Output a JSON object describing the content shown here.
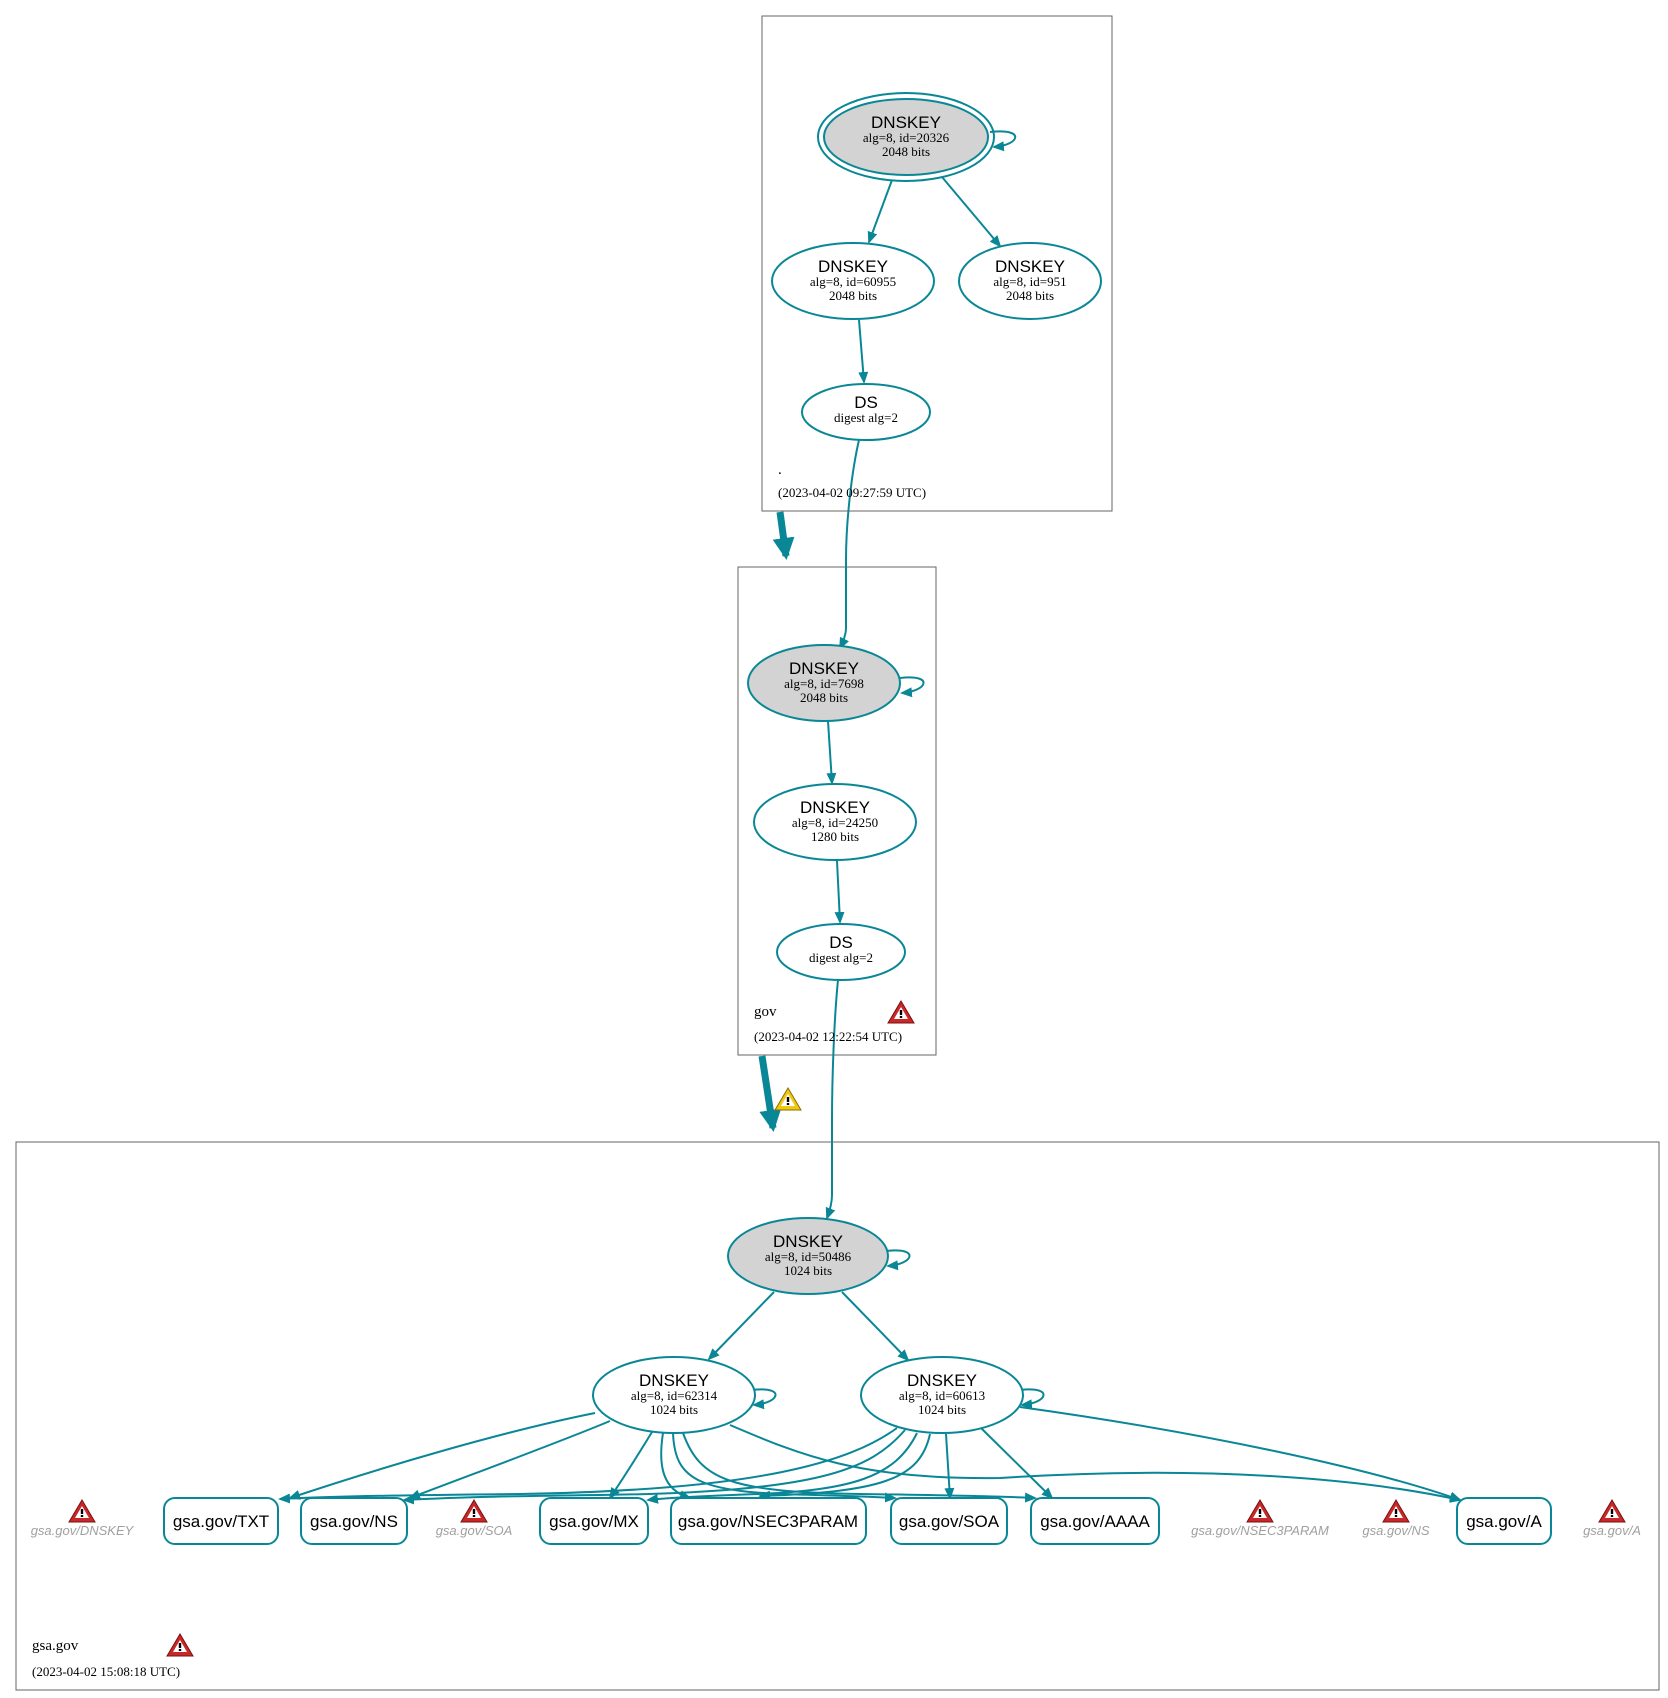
{
  "colors": {
    "edge": "#0a8796",
    "ksk_fill": "#d3d3d3",
    "node_fill": "#ffffff",
    "error_icon": "#c8282a",
    "warning_icon": "#f0c814",
    "missing_label": "#a0a0a0"
  },
  "zones": [
    {
      "id": "root",
      "name": ".",
      "timestamp": "(2023-04-02 09:27:59 UTC)",
      "nodes": [
        {
          "id": "root-ksk",
          "title": "DNSKEY",
          "detail": "alg=8, id=20326",
          "bits": "2048 bits",
          "ksk": true,
          "trust_anchor": true
        },
        {
          "id": "root-zsk-60955",
          "title": "DNSKEY",
          "detail": "alg=8, id=60955",
          "bits": "2048 bits"
        },
        {
          "id": "root-zsk-951",
          "title": "DNSKEY",
          "detail": "alg=8, id=951",
          "bits": "2048 bits"
        },
        {
          "id": "root-ds",
          "title": "DS",
          "detail": "digest alg=2"
        }
      ]
    },
    {
      "id": "gov",
      "name": "gov",
      "timestamp": "(2023-04-02 12:22:54 UTC)",
      "error_icon": "error-icon",
      "nodes": [
        {
          "id": "gov-ksk",
          "title": "DNSKEY",
          "detail": "alg=8, id=7698",
          "bits": "2048 bits",
          "ksk": true
        },
        {
          "id": "gov-zsk",
          "title": "DNSKEY",
          "detail": "alg=8, id=24250",
          "bits": "1280 bits"
        },
        {
          "id": "gov-ds",
          "title": "DS",
          "detail": "digest alg=2"
        }
      ]
    },
    {
      "id": "gsa",
      "name": "gsa.gov",
      "timestamp": "(2023-04-02 15:08:18 UTC)",
      "error_icon": "error-icon",
      "nodes": [
        {
          "id": "gsa-ksk",
          "title": "DNSKEY",
          "detail": "alg=8, id=50486",
          "bits": "1024 bits",
          "ksk": true
        },
        {
          "id": "gsa-zsk-62314",
          "title": "DNSKEY",
          "detail": "alg=8, id=62314",
          "bits": "1024 bits"
        },
        {
          "id": "gsa-zsk-60613",
          "title": "DNSKEY",
          "detail": "alg=8, id=60613",
          "bits": "1024 bits"
        }
      ],
      "rrsets": [
        {
          "id": "txt",
          "label": "gsa.gov/TXT"
        },
        {
          "id": "ns",
          "label": "gsa.gov/NS"
        },
        {
          "id": "mx",
          "label": "gsa.gov/MX"
        },
        {
          "id": "nsec3param",
          "label": "gsa.gov/NSEC3PARAM"
        },
        {
          "id": "soa",
          "label": "gsa.gov/SOA"
        },
        {
          "id": "aaaa",
          "label": "gsa.gov/AAAA"
        },
        {
          "id": "a",
          "label": "gsa.gov/A"
        }
      ],
      "errored_rrsets": [
        {
          "id": "err-dnskey",
          "label": "gsa.gov/DNSKEY"
        },
        {
          "id": "err-soa",
          "label": "gsa.gov/SOA"
        },
        {
          "id": "err-nsec3param",
          "label": "gsa.gov/NSEC3PARAM"
        },
        {
          "id": "err-ns",
          "label": "gsa.gov/NS"
        },
        {
          "id": "err-a",
          "label": "gsa.gov/A"
        }
      ]
    }
  ],
  "delegations": [
    {
      "from": "root",
      "to": "gov"
    },
    {
      "from": "gov",
      "to": "gsa",
      "warning_icon": "warning-icon"
    }
  ]
}
